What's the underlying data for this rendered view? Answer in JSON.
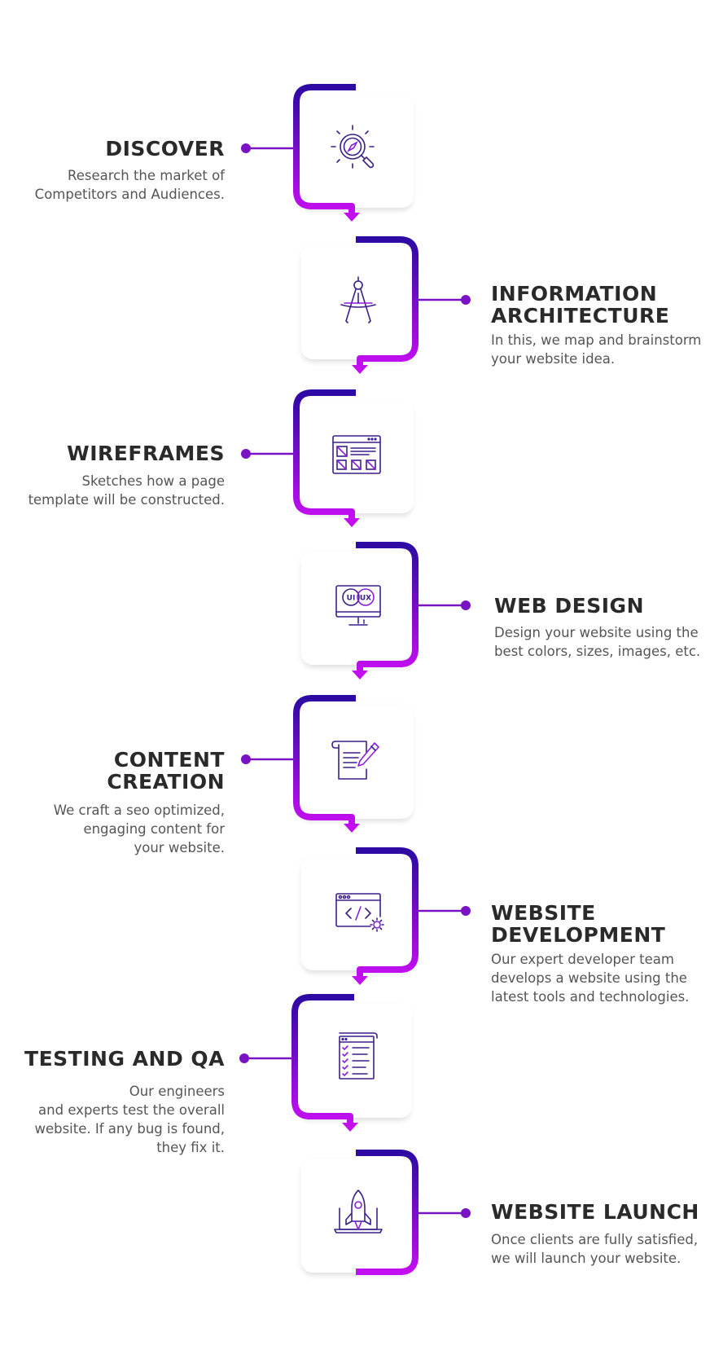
{
  "colors": {
    "gradient_start": "#2d0aa3",
    "gradient_end": "#c40ef2",
    "connector": "#7a13c4",
    "icon_stroke": "#3d1f8a",
    "icon_accent": "#8a1fd8",
    "title": "#2a2a2a",
    "text": "#555555"
  },
  "steps": [
    {
      "title": "DISCOVER",
      "description": "Research the market of\nCompetitors and Audiences.",
      "icon": "compass-magnifier-icon",
      "side": "left"
    },
    {
      "title": "INFORMATION\nARCHITECTURE",
      "description": "In this, we map and brainstorm\nyour website idea.",
      "icon": "drafting-compass-icon",
      "side": "right"
    },
    {
      "title": "WIREFRAMES",
      "description": "Sketches how a page\ntemplate will be constructed.",
      "icon": "wireframe-layout-icon",
      "side": "left"
    },
    {
      "title": "WEB DESIGN",
      "description": "Design your website using the\nbest colors, sizes, images, etc.",
      "icon": "ui-ux-monitor-icon",
      "side": "right",
      "icon_labels": [
        "UI",
        "UX"
      ]
    },
    {
      "title": "CONTENT\nCREATION",
      "description": "We craft a seo optimized,\nengaging content for\nyour website.",
      "icon": "scroll-pen-icon",
      "side": "left"
    },
    {
      "title": "WEBSITE\nDEVELOPMENT",
      "description": "Our expert developer team\ndevelops a website using the\nlatest tools and technologies.",
      "icon": "code-window-gear-icon",
      "side": "right"
    },
    {
      "title": "TESTING AND QA",
      "description": "Our engineers\nand experts test the overall\nwebsite. If any bug is found,\nthey fix it.",
      "icon": "checklist-document-icon",
      "side": "left"
    },
    {
      "title": "WEBSITE LAUNCH",
      "description": "Once clients are fully satisfied,\nwe will launch your website.",
      "icon": "rocket-laptop-icon",
      "side": "right"
    }
  ]
}
